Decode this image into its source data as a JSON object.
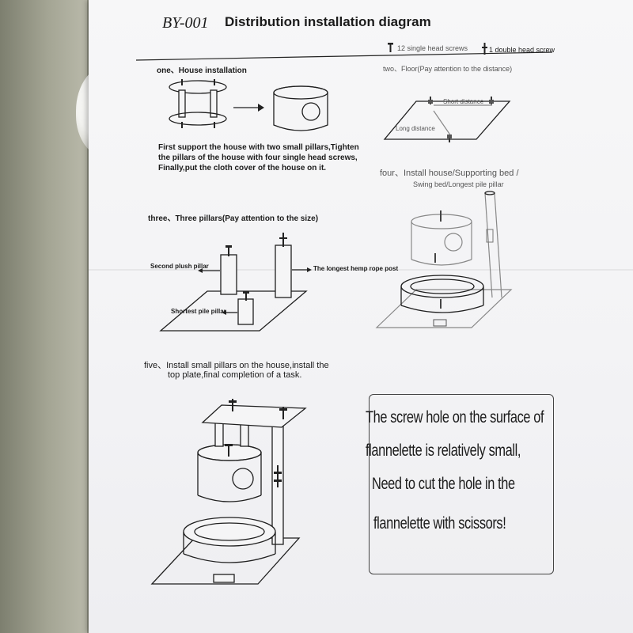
{
  "header": {
    "model": "BY-001",
    "title": "Distribution installation diagram",
    "legend_single": "12 single head screws",
    "legend_double": "1 double head screw"
  },
  "step1": {
    "heading": "one、House installation",
    "text": [
      "First support the house with two small pillars,Tighten",
      "the pillars of the house with four single head screws,",
      "Finally,put the cloth cover of the house on it."
    ]
  },
  "step2": {
    "heading": "two、Floor(Pay attention to the distance)",
    "short_label": "Short distance",
    "long_label": "Long distance"
  },
  "step3": {
    "heading": "three、Three pillars(Pay attention to the size)",
    "label_second": "Second plush pillar",
    "label_longest": "The longest hemp rope post",
    "label_shortest": "Shortest pile pillar"
  },
  "step4": {
    "heading_line1": "four、Install house/Supporting bed /",
    "heading_line2": "Swing bed/Longest pile pillar"
  },
  "step5": {
    "heading_line1": "five、Install small pillars on the house,install the",
    "heading_line2": "top plate,final completion of a task."
  },
  "note": {
    "lines": [
      "The screw hole on the surface of",
      "flannelette is relatively small,",
      "Need to cut the hole in the",
      "flannelette with scissors!"
    ]
  }
}
